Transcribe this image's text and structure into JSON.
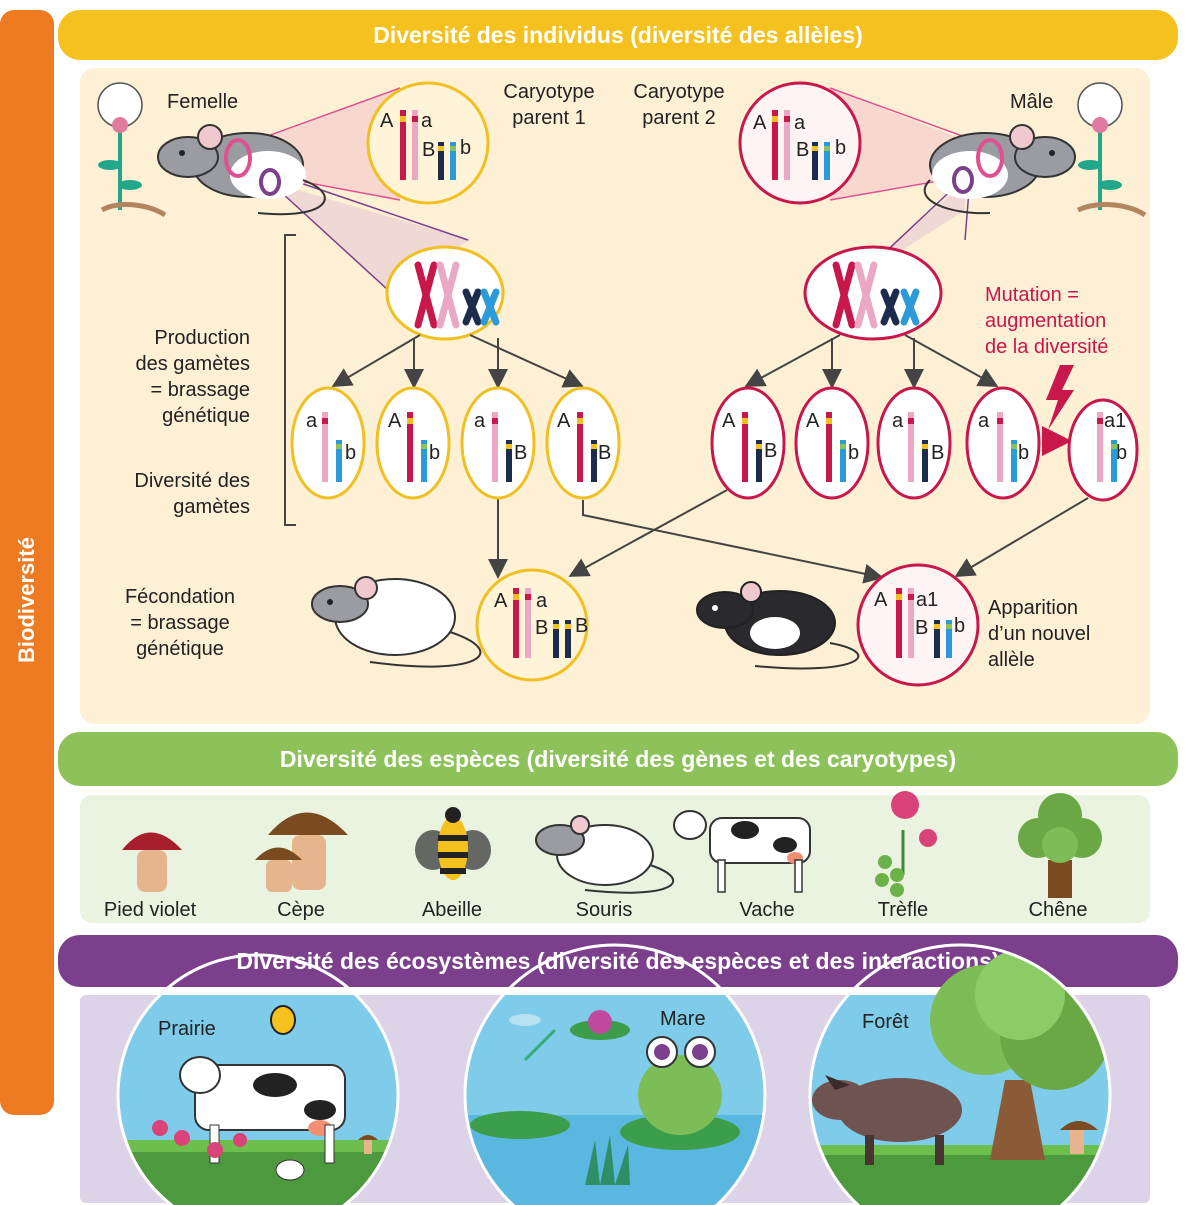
{
  "sidebar": {
    "label": "Biodiversité"
  },
  "banners": {
    "individus": "Diversité des individus (diversité des allèles)",
    "especes": "Diversité des espèces (diversité des gènes et des caryotypes)",
    "ecosystemes": "Diversité des écosystèmes (diversité des espèces et des interactions)"
  },
  "individus": {
    "femelle": "Femelle",
    "male": "Mâle",
    "caryo1": [
      "Caryotype",
      "parent 1"
    ],
    "caryo2": [
      "Caryotype",
      "parent 2"
    ],
    "production": [
      "Production",
      "des gamètes",
      "= brassage",
      "génétique"
    ],
    "diversite_gametes": [
      "Diversité des",
      "gamètes"
    ],
    "fecondation": [
      "Fécondation",
      "= brassage",
      "génétique"
    ],
    "mutation": [
      "Mutation =",
      "augmentation",
      "de la diversité"
    ],
    "apparition": [
      "Apparition",
      "d’un nouvel",
      "allèle"
    ],
    "alleles": {
      "A": "A",
      "a": "a",
      "B": "B",
      "b": "b",
      "a1": "a1"
    }
  },
  "especes": [
    "Pied violet",
    "Cèpe",
    "Abeille",
    "Souris",
    "Vache",
    "Trèfle",
    "Chêne"
  ],
  "ecosystemes": [
    "Prairie",
    "Mare",
    "Forêt"
  ],
  "colors": {
    "sidebar": "#ee7b22",
    "banner1": "#f5c11f",
    "banner2": "#8dc25a",
    "banner3": "#7b3f8c",
    "panel1": "#fdf0d5",
    "female_circle": "#f0c020",
    "male_circle": "#c8174a",
    "chrom_red": "#c8174a",
    "chrom_pink": "#eba8c4",
    "chrom_navy": "#1c2c4c",
    "chrom_blue": "#2a9ad8"
  }
}
